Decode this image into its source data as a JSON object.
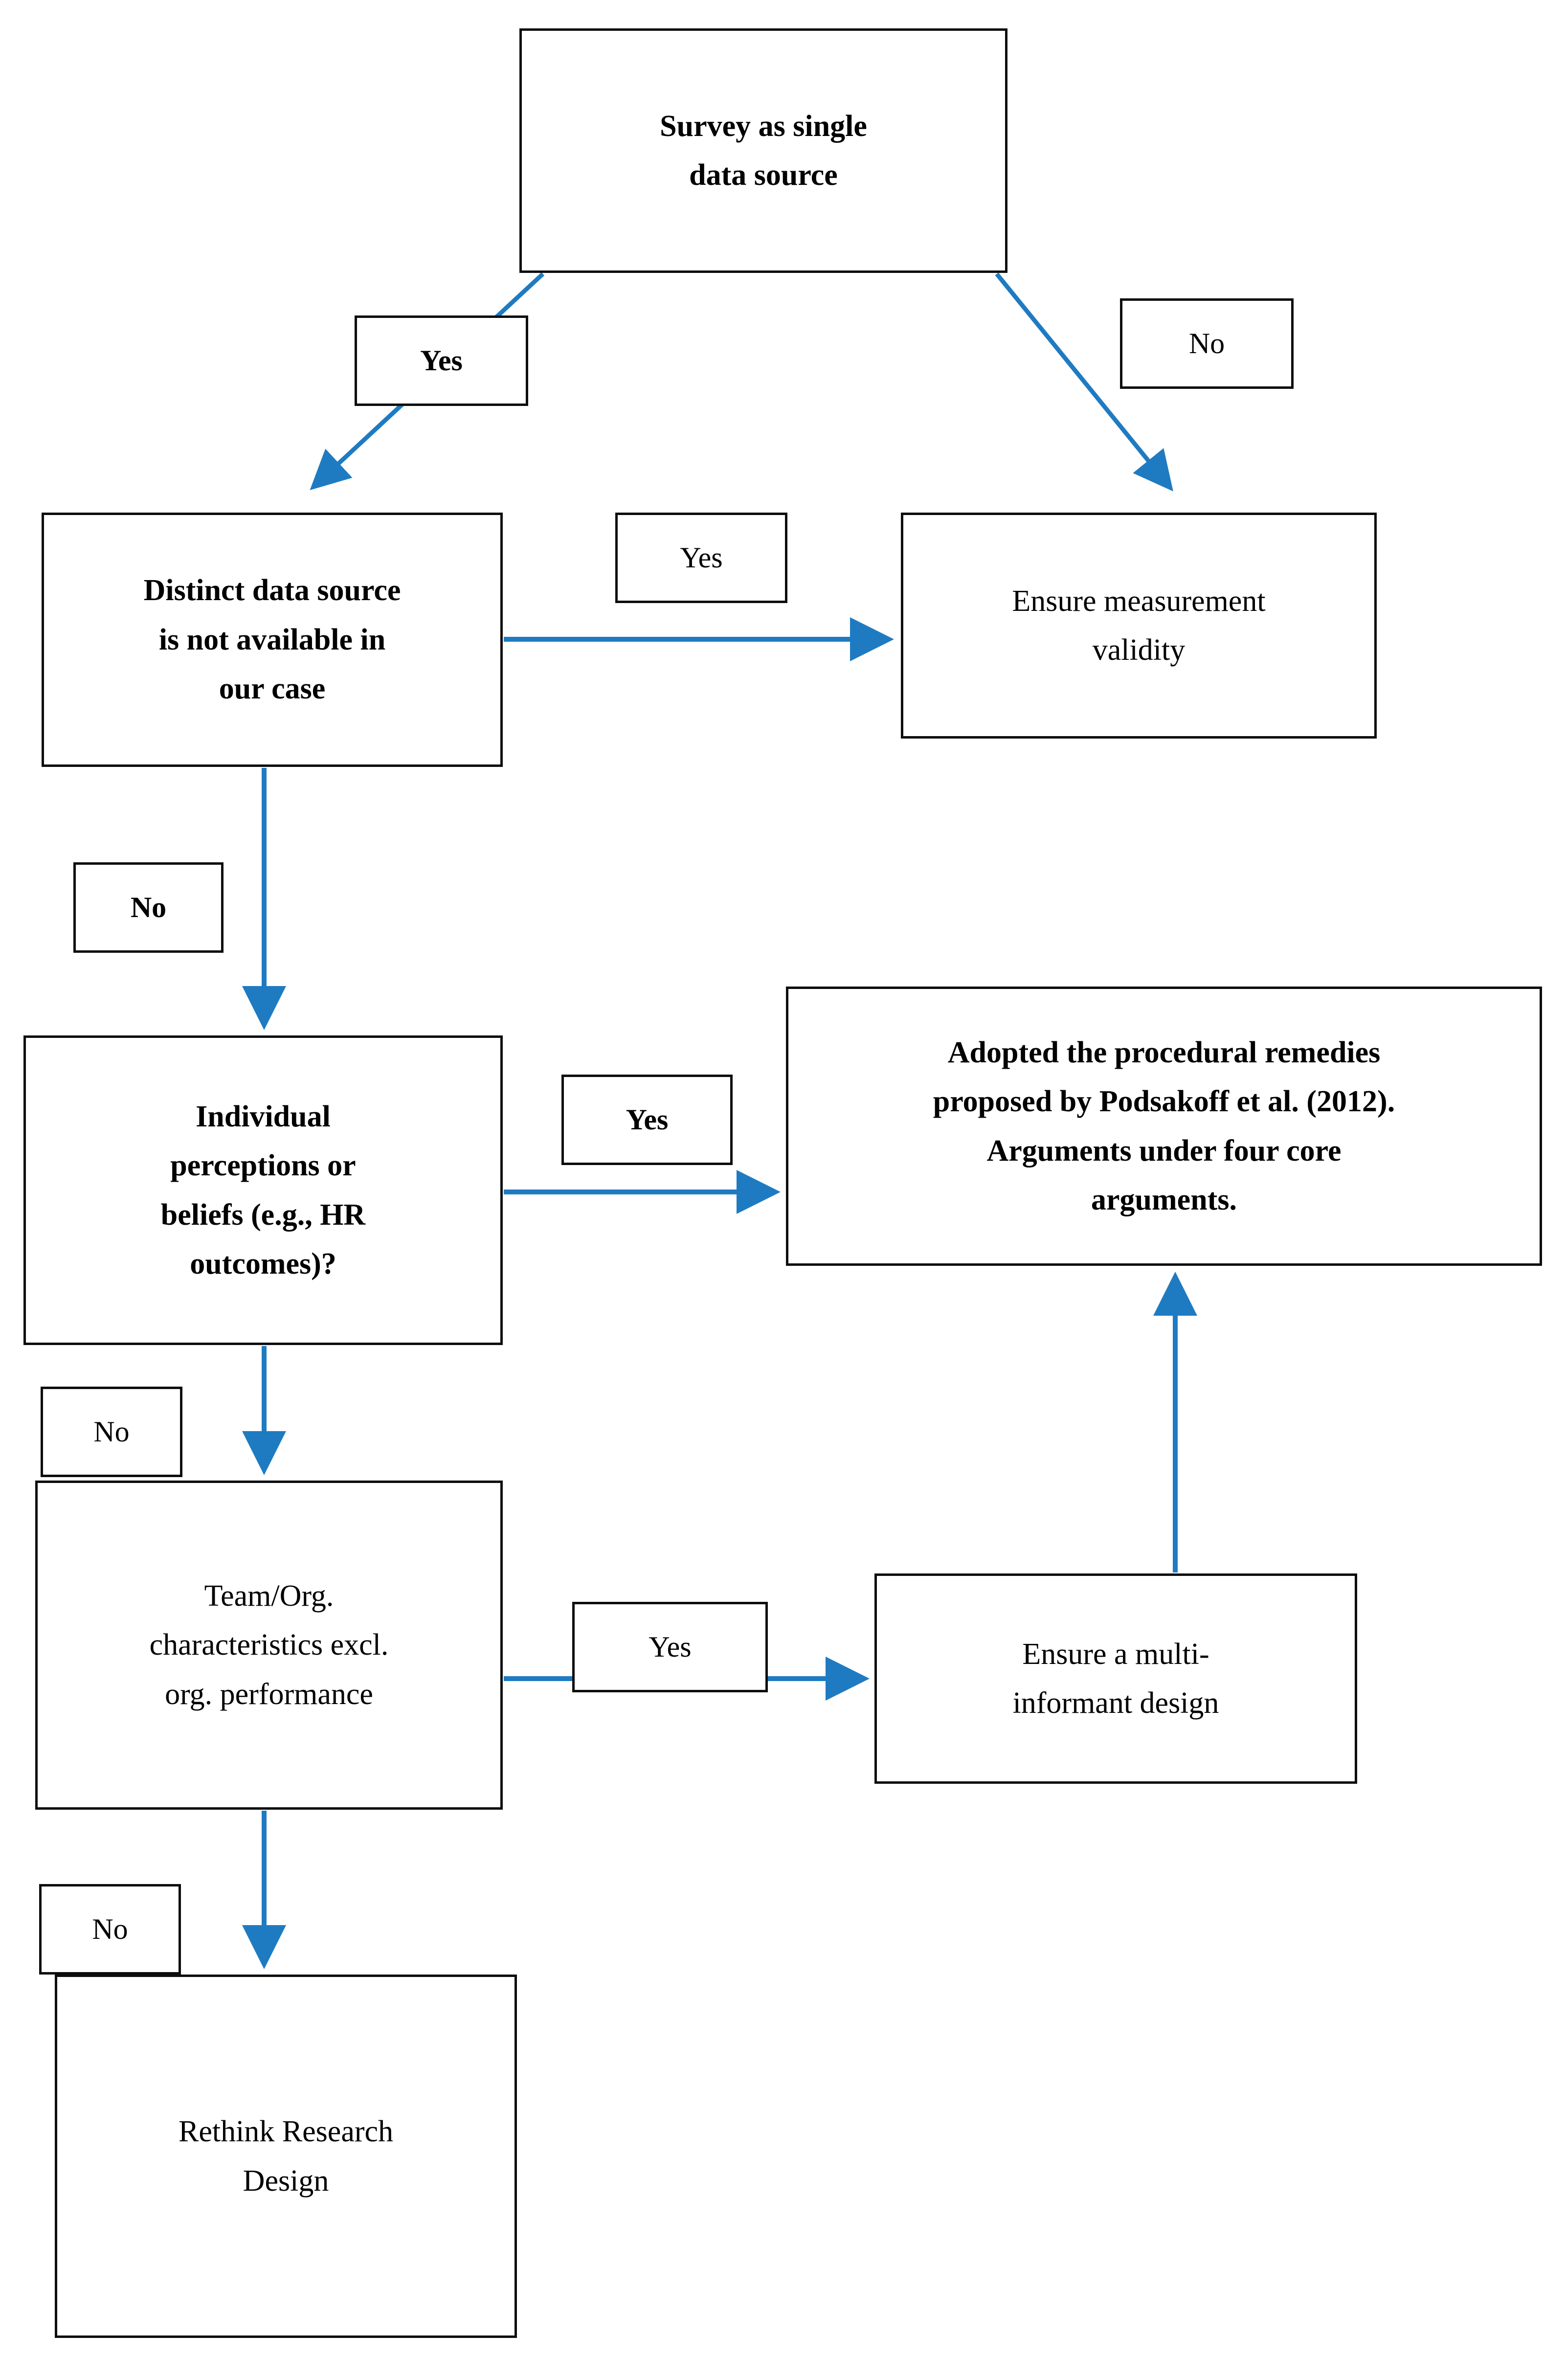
{
  "diagram": {
    "type": "flowchart",
    "orientation": "top-down",
    "accent_color": "#1F7BC1",
    "border_color": "#0D0D0D",
    "background_color": "#FFFFFF",
    "text_color": "#000000"
  },
  "nodes": {
    "survey": {
      "label": "Survey as single\ndata source",
      "weight": "bold"
    },
    "distinct": {
      "label": "Distinct data source\nis not available in\nour case",
      "weight": "bold"
    },
    "measurement_validity": {
      "label": "Ensure measurement\nvalidity",
      "weight": "normal"
    },
    "individual": {
      "label": "Individual\nperceptions or\nbeliefs (e.g., HR\noutcomes)?",
      "weight": "bold"
    },
    "adopted": {
      "label": "Adopted the procedural remedies\nproposed by Podsakoff et al. (2012).\nArguments under four core\narguments.",
      "weight": "bold"
    },
    "team_org": {
      "label": "Team/Org.\ncharacteristics excl.\norg. performance",
      "weight": "normal"
    },
    "multi_informant": {
      "label": "Ensure a multi-\ninformant design",
      "weight": "normal"
    },
    "rethink": {
      "label": "Rethink Research\nDesign",
      "weight": "normal"
    }
  },
  "edge_labels": {
    "yes_1": {
      "text": "Yes",
      "weight": "bold"
    },
    "no_1": {
      "text": "No",
      "weight": "normal"
    },
    "yes_2": {
      "text": "Yes",
      "weight": "normal"
    },
    "no_2": {
      "text": "No",
      "weight": "bold"
    },
    "yes_3": {
      "text": "Yes",
      "weight": "bold"
    },
    "no_3": {
      "text": "No",
      "weight": "normal"
    },
    "yes_4": {
      "text": "Yes",
      "weight": "normal"
    },
    "no_4": {
      "text": "No",
      "weight": "normal"
    }
  },
  "edges": [
    {
      "from": "survey",
      "to": "distinct",
      "label": "yes_1",
      "direction": "diagonal-down-left"
    },
    {
      "from": "survey",
      "to": "measurement_validity",
      "label": "no_1",
      "direction": "diagonal-down-right"
    },
    {
      "from": "distinct",
      "to": "measurement_validity",
      "label": "yes_2",
      "direction": "right"
    },
    {
      "from": "distinct",
      "to": "individual",
      "label": "no_2",
      "direction": "down"
    },
    {
      "from": "individual",
      "to": "adopted",
      "label": "yes_3",
      "direction": "right"
    },
    {
      "from": "individual",
      "to": "team_org",
      "label": "no_3",
      "direction": "down"
    },
    {
      "from": "team_org",
      "to": "multi_informant",
      "label": "yes_4",
      "direction": "right"
    },
    {
      "from": "team_org",
      "to": "rethink",
      "label": "no_4",
      "direction": "down"
    },
    {
      "from": "multi_informant",
      "to": "adopted",
      "label": null,
      "direction": "up"
    }
  ]
}
